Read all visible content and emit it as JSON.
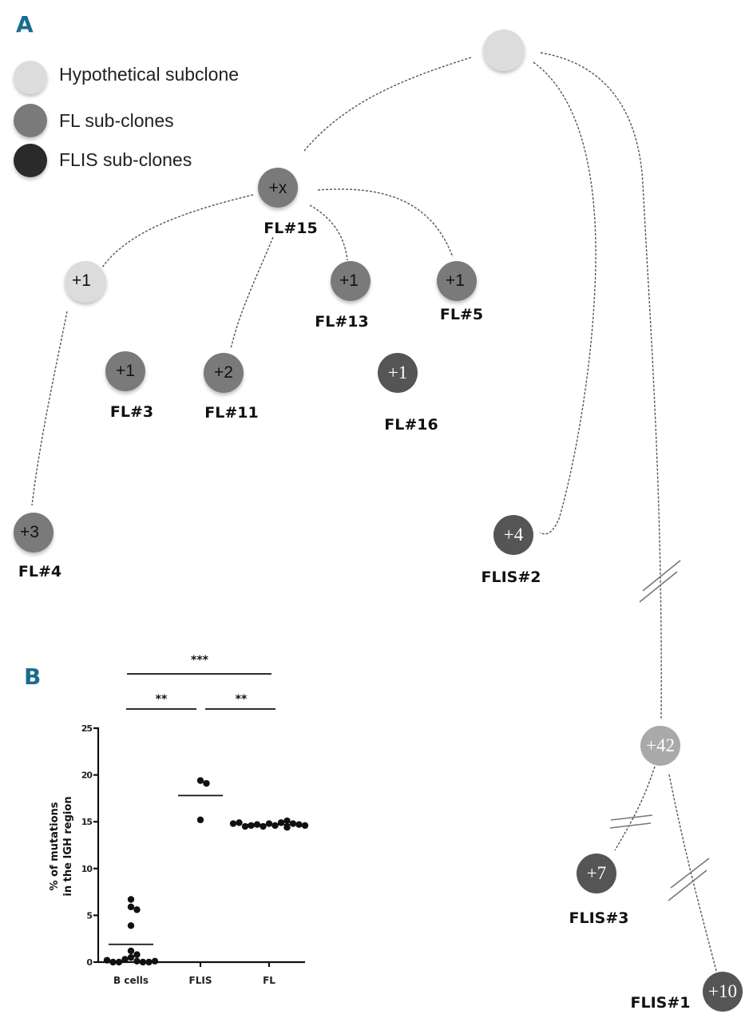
{
  "panel_a": {
    "letter": "A",
    "legend": [
      {
        "label": "Hypothetical subclone",
        "color": "#d8d8d8"
      },
      {
        "label": "FL sub-clones",
        "color": "#7b7b7b"
      },
      {
        "label": "FLIS sub-clones",
        "color": "#2b2b2b"
      }
    ],
    "nodes": [
      {
        "id": "root",
        "value": "",
        "label": "",
        "type": "hypothetical"
      },
      {
        "id": "fl15",
        "value": "+x",
        "label": "FL#15",
        "type": "fl"
      },
      {
        "id": "hyp1",
        "value": "+1",
        "label": "",
        "type": "hypothetical"
      },
      {
        "id": "fl13",
        "value": "+1",
        "label": "FL#13",
        "type": "fl"
      },
      {
        "id": "fl5",
        "value": "+1",
        "label": "FL#5",
        "type": "fl"
      },
      {
        "id": "fl3",
        "value": "+1",
        "label": "FL#3",
        "type": "fl"
      },
      {
        "id": "fl11",
        "value": "+2",
        "label": "FL#11",
        "type": "fl"
      },
      {
        "id": "fl16",
        "value": "+1",
        "label": "FL#16",
        "type": "flis"
      },
      {
        "id": "fl4",
        "value": "+3",
        "label": "FL#4",
        "type": "fl"
      },
      {
        "id": "flis2",
        "value": "+4",
        "label": "FLIS#2",
        "type": "flis"
      },
      {
        "id": "n42",
        "value": "+42",
        "label": "",
        "type": "intermediate"
      },
      {
        "id": "flis3",
        "value": "+7",
        "label": "FLIS#3",
        "type": "flis"
      },
      {
        "id": "flis1",
        "value": "+10",
        "label": "FLIS#1",
        "type": "flis"
      }
    ],
    "edges": [
      [
        "root",
        "fl15"
      ],
      [
        "root",
        "flis2"
      ],
      [
        "root",
        "n42"
      ],
      [
        "fl15",
        "hyp1"
      ],
      [
        "fl15",
        "fl11"
      ],
      [
        "fl15",
        "fl13"
      ],
      [
        "fl15",
        "fl5"
      ],
      [
        "hyp1",
        "fl4"
      ],
      [
        "n42",
        "flis3"
      ],
      [
        "n42",
        "flis1"
      ]
    ],
    "colors": {
      "hypothetical": "#dcdcdc",
      "fl": "#7a7a7a",
      "flis": "#555555",
      "intermediate": "#a9a9a9"
    }
  },
  "panel_b": {
    "letter": "B",
    "significance": [
      {
        "groups": [
          "B cells",
          "FL"
        ],
        "label": "***"
      },
      {
        "groups": [
          "B cells",
          "FLIS"
        ],
        "label": "**"
      },
      {
        "groups": [
          "FLIS",
          "FL"
        ],
        "label": "**"
      }
    ]
  },
  "chart_data": {
    "type": "scatter",
    "title": "",
    "xlabel": "",
    "ylabel": "% of mutations in the IGH region",
    "ylabel_lines": [
      "% of mutations",
      "in the IGH region"
    ],
    "categories": [
      "B cells",
      "FLIS",
      "FL"
    ],
    "ylim": [
      0,
      25
    ],
    "yticks": [
      0,
      5,
      10,
      15,
      20,
      25
    ],
    "grid": false,
    "series": [
      {
        "name": "B cells",
        "values": [
          6.7,
          5.9,
          5.6,
          3.9,
          1.2,
          0.8,
          0.5,
          0.3,
          0.1,
          0,
          0,
          0,
          0,
          0.1,
          0.2
        ],
        "mean": 1.9
      },
      {
        "name": "FLIS",
        "values": [
          19.4,
          19.1,
          15.2
        ],
        "mean": 17.8
      },
      {
        "name": "FL",
        "values": [
          14.8,
          14.6,
          14.5,
          14.9,
          14.7,
          14.4,
          14.6,
          15.1,
          14.8,
          14.5,
          14.7,
          14.9,
          14.6,
          14.8
        ],
        "mean": 14.7
      }
    ]
  }
}
